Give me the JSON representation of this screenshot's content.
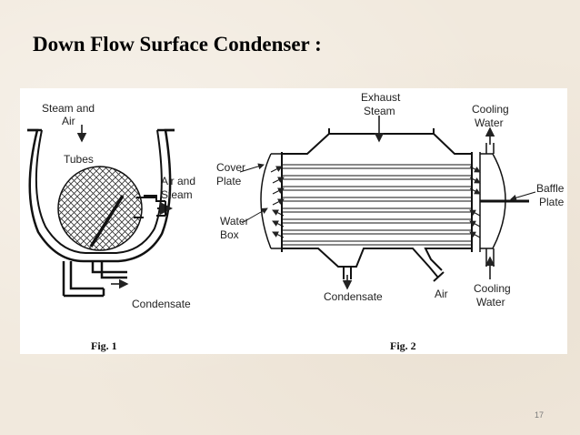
{
  "title": "Down Flow Surface Condenser :",
  "page_number": "17",
  "fig1": {
    "caption": "Fig. 1",
    "labels": {
      "steam_and_air_1": "Steam and",
      "steam_and_air_2": "Air",
      "tubes": "Tubes",
      "air_and_steam_1": "Air and",
      "air_and_steam_2": "Steam",
      "condensate": "Condensate"
    }
  },
  "fig2": {
    "caption": "Fig. 2",
    "labels": {
      "exhaust_1": "Exhaust",
      "exhaust_2": "Steam",
      "cooling_top_1": "Cooling",
      "cooling_top_2": "Water",
      "cover_1": "Cover",
      "cover_2": "Plate",
      "baffle_1": "Baffle",
      "baffle_2": "Plate",
      "water_box_1": "Water",
      "water_box_2": "Box",
      "condensate": "Condensate",
      "air": "Air",
      "cooling_bottom_1": "Cooling",
      "cooling_bottom_2": "Water"
    }
  }
}
